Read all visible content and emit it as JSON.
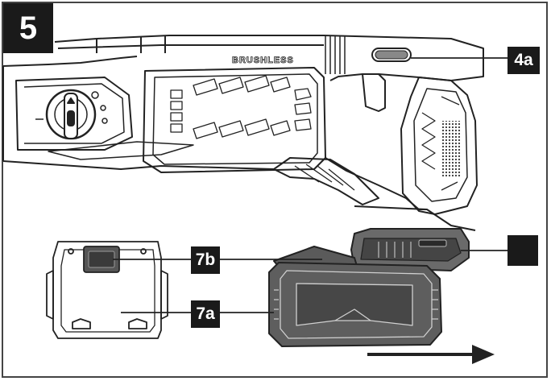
{
  "figure": {
    "number": "5",
    "brand_text": "BRUSHLESS"
  },
  "callouts": [
    {
      "id": "4a",
      "label": "4a"
    },
    {
      "id": "7b",
      "label": "7b"
    },
    {
      "id": "7a",
      "label": "7a"
    },
    {
      "id": "blank",
      "label": ""
    }
  ],
  "colors": {
    "line": "#222222",
    "battery_fill": "#5e5e5e",
    "tag_bg": "#1a1a1a",
    "tag_text": "#ffffff"
  },
  "icons": [
    "rotary-hammer-drill-icon",
    "battery-pack-icon",
    "battery-release-button-icon",
    "slide-direction-arrow-icon"
  ]
}
